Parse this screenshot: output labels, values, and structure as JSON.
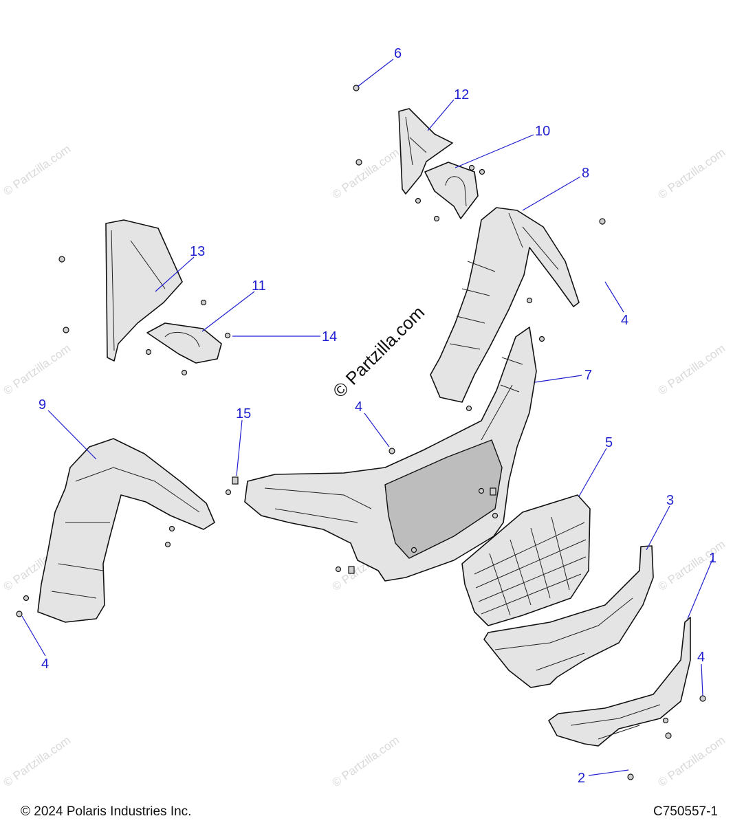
{
  "callouts": [
    {
      "id": "c6",
      "label": "6"
    },
    {
      "id": "c12",
      "label": "12"
    },
    {
      "id": "c10",
      "label": "10"
    },
    {
      "id": "c8",
      "label": "8"
    },
    {
      "id": "c13",
      "label": "13"
    },
    {
      "id": "c11",
      "label": "11"
    },
    {
      "id": "c14",
      "label": "14"
    },
    {
      "id": "c4a",
      "label": "4"
    },
    {
      "id": "c7",
      "label": "7"
    },
    {
      "id": "c9",
      "label": "9"
    },
    {
      "id": "c15",
      "label": "15"
    },
    {
      "id": "c4b",
      "label": "4"
    },
    {
      "id": "c5",
      "label": "5"
    },
    {
      "id": "c3",
      "label": "3"
    },
    {
      "id": "c1",
      "label": "1"
    },
    {
      "id": "c4c",
      "label": "4"
    },
    {
      "id": "c4d",
      "label": "4"
    },
    {
      "id": "c2",
      "label": "2"
    }
  ],
  "watermark": {
    "center_text": "© Partzilla.com",
    "tile_text": "© Partzilla.com"
  },
  "footer": {
    "copyright": "© 2024 Polaris Industries Inc.",
    "drawing_id": "C750557-1"
  },
  "colors": {
    "callout": "#1f1fd0",
    "line_art": "#111111",
    "watermark": "#d9d9d9"
  }
}
